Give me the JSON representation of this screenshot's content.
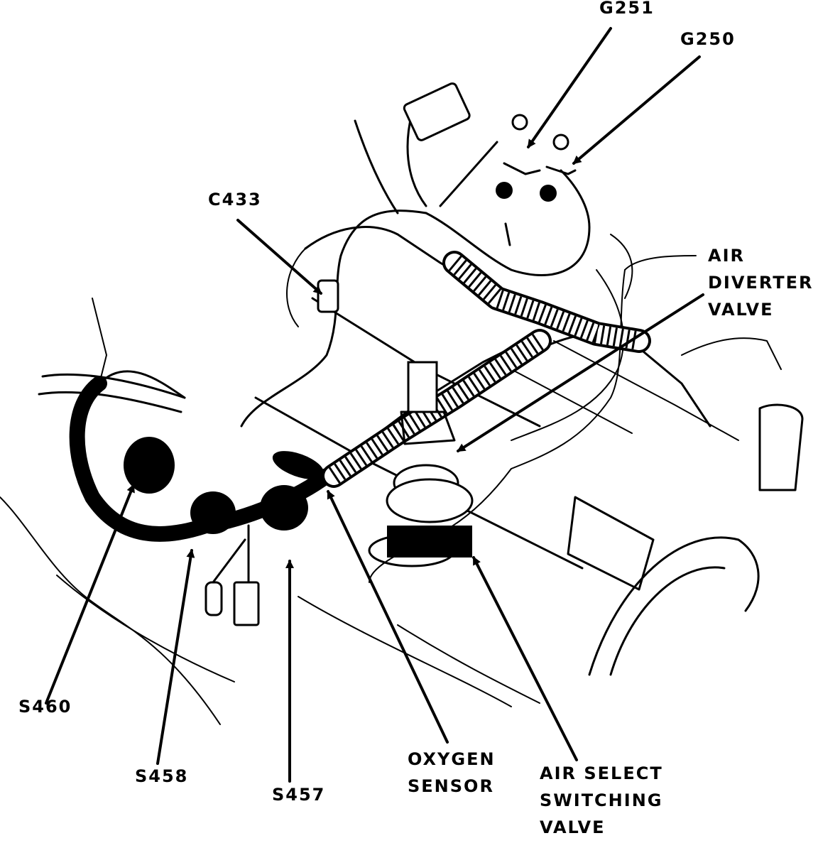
{
  "labels": {
    "g251": "G251",
    "g250": "G250",
    "c433": "C433",
    "air_diverter_valve": [
      "AIR",
      "DIVERTER",
      "VALVE"
    ],
    "s460": "S460",
    "s458": "S458",
    "s457": "S457",
    "oxygen_sensor": [
      "OXYGEN",
      "SENSOR"
    ],
    "air_select_switching_valve": [
      "AIR SELECT",
      "SWITCHING",
      "VALVE"
    ]
  }
}
